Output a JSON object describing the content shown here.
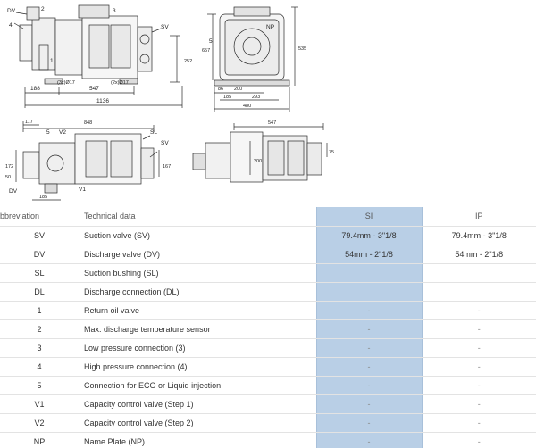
{
  "drawing": {
    "side_view": {
      "labels": [
        "DV",
        "2",
        "4",
        "3",
        "SV",
        "1"
      ],
      "dims": [
        "188",
        "547",
        "1136",
        "(3x)Ø17",
        "(2x)Ø17",
        "252"
      ]
    },
    "end_view": {
      "labels": [
        "5",
        "NP"
      ],
      "dims": [
        "86",
        "200",
        "185",
        "293",
        "480",
        "657",
        "535"
      ]
    },
    "top_view": {
      "labels": [
        "5",
        "V2",
        "DV",
        "V1",
        "SL",
        "SV"
      ],
      "dims": [
        "117",
        "848",
        "185",
        "172",
        "50",
        "167"
      ]
    },
    "rear_view": {
      "dims": [
        "547",
        "200",
        "75"
      ]
    }
  },
  "table": {
    "headers": {
      "abbreviation": "Abbreviation",
      "technical": "Technical data",
      "si": "SI",
      "ip": "IP"
    },
    "rows": [
      {
        "abbr": "SV",
        "desc": "Suction valve (SV)",
        "si": "79.4mm - 3\"1/8",
        "ip": "79.4mm - 3\"1/8"
      },
      {
        "abbr": "DV",
        "desc": "Discharge valve (DV)",
        "si": "54mm - 2\"1/8",
        "ip": "54mm - 2\"1/8"
      },
      {
        "abbr": "SL",
        "desc": "Suction bushing (SL)",
        "si": "",
        "ip": ""
      },
      {
        "abbr": "DL",
        "desc": "Discharge connection (DL)",
        "si": "",
        "ip": ""
      },
      {
        "abbr": "1",
        "desc": "Return oil valve",
        "si": "-",
        "ip": "-"
      },
      {
        "abbr": "2",
        "desc": "Max. discharge temperature sensor",
        "si": "-",
        "ip": "-"
      },
      {
        "abbr": "3",
        "desc": "Low pressure connection (3)",
        "si": "-",
        "ip": "-"
      },
      {
        "abbr": "4",
        "desc": "High pressure connection (4)",
        "si": "-",
        "ip": "-"
      },
      {
        "abbr": "5",
        "desc": "Connection for ECO or Liquid injection",
        "si": "-",
        "ip": "-"
      },
      {
        "abbr": "V1",
        "desc": "Capacity control valve (Step 1)",
        "si": "-",
        "ip": "-"
      },
      {
        "abbr": "V2",
        "desc": "Capacity control valve (Step 2)",
        "si": "-",
        "ip": "-"
      },
      {
        "abbr": "NP",
        "desc": "Name Plate (NP)",
        "si": "-",
        "ip": "-"
      }
    ]
  }
}
